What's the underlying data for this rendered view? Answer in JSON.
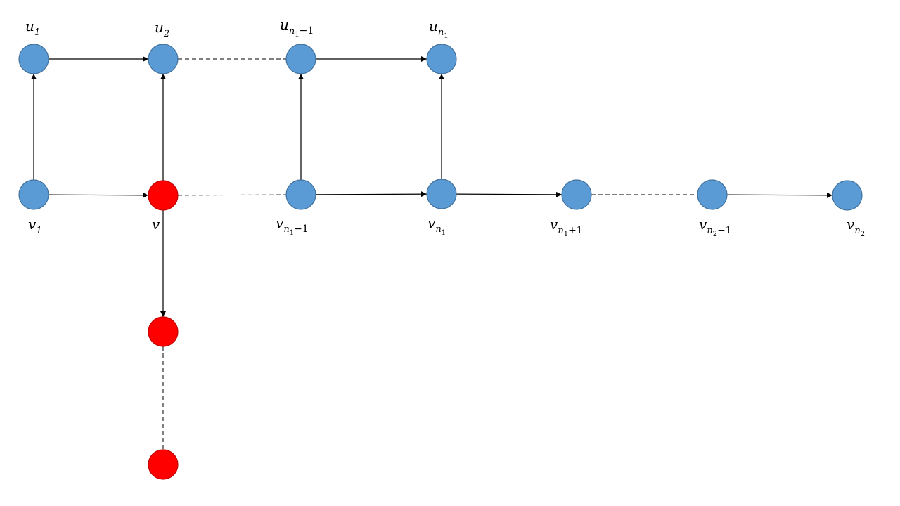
{
  "colors": {
    "node_default": "#5b9bd5",
    "node_default_stroke": "#41719c",
    "node_highlight": "#ff0000",
    "node_highlight_stroke": "#c00000",
    "edge": "#000000"
  },
  "nodes": [
    {
      "id": "u1",
      "kind": "default",
      "label": {
        "base": "u",
        "sub": "1",
        "subsub": "",
        "suffix": ""
      }
    },
    {
      "id": "u2",
      "kind": "default",
      "label": {
        "base": "u",
        "sub": "2",
        "subsub": "",
        "suffix": ""
      }
    },
    {
      "id": "un1m1",
      "kind": "default",
      "label": {
        "base": "u",
        "sub": "n",
        "subsub": "1",
        "suffix": "−1"
      }
    },
    {
      "id": "un1",
      "kind": "default",
      "label": {
        "base": "u",
        "sub": "n",
        "subsub": "1",
        "suffix": ""
      }
    },
    {
      "id": "v1",
      "kind": "default",
      "label": {
        "base": "v",
        "sub": "1",
        "subsub": "",
        "suffix": ""
      }
    },
    {
      "id": "v",
      "kind": "highlight",
      "label": {
        "base": "v",
        "sub": "",
        "subsub": "",
        "suffix": ""
      }
    },
    {
      "id": "vn1m1",
      "kind": "default",
      "label": {
        "base": "v",
        "sub": "n",
        "subsub": "1",
        "suffix": "−1"
      }
    },
    {
      "id": "vn1",
      "kind": "default",
      "label": {
        "base": "v",
        "sub": "n",
        "subsub": "1",
        "suffix": ""
      }
    },
    {
      "id": "vn1p1",
      "kind": "default",
      "label": {
        "base": "v",
        "sub": "n",
        "subsub": "1",
        "suffix": "+1"
      }
    },
    {
      "id": "vn2m1",
      "kind": "default",
      "label": {
        "base": "v",
        "sub": "n",
        "subsub": "2",
        "suffix": "−1"
      }
    },
    {
      "id": "vn2",
      "kind": "default",
      "label": {
        "base": "v",
        "sub": "n",
        "subsub": "2",
        "suffix": ""
      }
    },
    {
      "id": "r1",
      "kind": "highlight",
      "label": null
    },
    {
      "id": "r2",
      "kind": "highlight",
      "label": null
    }
  ],
  "edges": [
    {
      "from": "u1",
      "to": "u2",
      "style": "solid",
      "arrow": true
    },
    {
      "from": "u2",
      "to": "un1m1",
      "style": "dashed",
      "arrow": false
    },
    {
      "from": "un1m1",
      "to": "un1",
      "style": "solid",
      "arrow": true
    },
    {
      "from": "v1",
      "to": "u1",
      "style": "solid",
      "arrow": true
    },
    {
      "from": "v",
      "to": "u2",
      "style": "solid",
      "arrow": true
    },
    {
      "from": "vn1m1",
      "to": "un1m1",
      "style": "solid",
      "arrow": true
    },
    {
      "from": "vn1",
      "to": "un1",
      "style": "solid",
      "arrow": true
    },
    {
      "from": "v1",
      "to": "v",
      "style": "solid",
      "arrow": true
    },
    {
      "from": "v",
      "to": "vn1m1",
      "style": "dashed",
      "arrow": false
    },
    {
      "from": "vn1m1",
      "to": "vn1",
      "style": "solid",
      "arrow": true
    },
    {
      "from": "vn1",
      "to": "vn1p1",
      "style": "solid",
      "arrow": true
    },
    {
      "from": "vn1p1",
      "to": "vn2m1",
      "style": "dashed",
      "arrow": false
    },
    {
      "from": "vn2m1",
      "to": "vn2",
      "style": "solid",
      "arrow": true
    },
    {
      "from": "v",
      "to": "r1",
      "style": "solid",
      "arrow": true
    },
    {
      "from": "r1",
      "to": "r2",
      "style": "dashed",
      "arrow": false
    }
  ]
}
